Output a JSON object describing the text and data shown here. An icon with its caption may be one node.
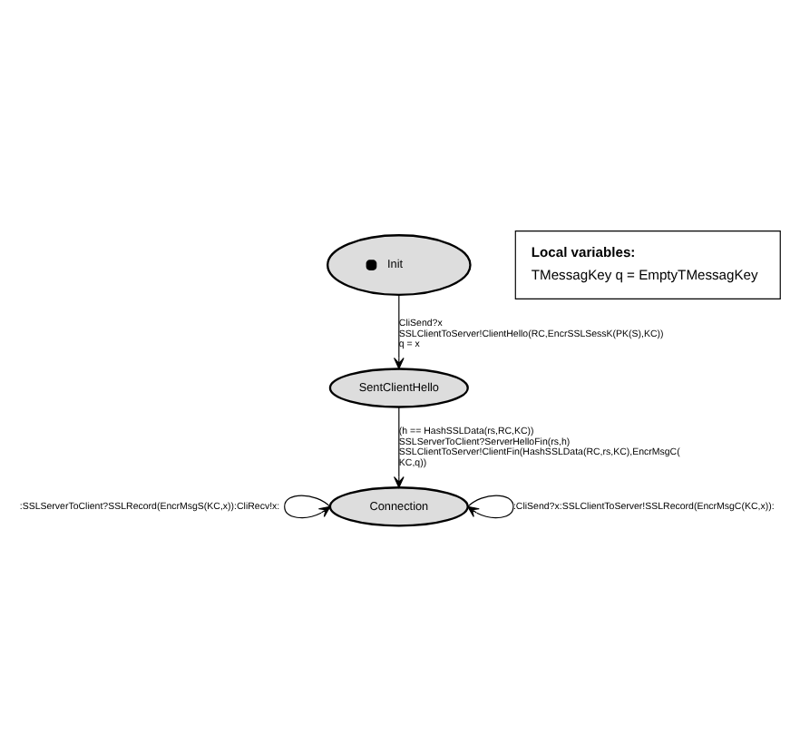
{
  "diagram": {
    "nodes": [
      {
        "text": [
          "Init"
        ]
      },
      {
        "text": [
          "SentClientHello"
        ]
      },
      {
        "text": [
          "Connection"
        ]
      },
      {
        "text": [
          "Local variables:",
          "TMessagKey q = EmptyTMessagKey"
        ]
      }
    ],
    "edges": [
      {
        "from": 0,
        "to": 1,
        "arrow": "to",
        "label": "CliSend?x SSLClientToServer!ClientHello(RC,EncrSSLSessK(PK(S),KC)) q = x"
      },
      {
        "from": 1,
        "to": 2,
        "arrow": "to",
        "label": "(h == HashSSLData(rs,RC,KC)) SSLServerToClient?ServerHelloFin(rs,h) SSLClientToServer!ClientFin(HashSSLData(RC,rs,KC),EncrMsgC( KC,q))"
      },
      {
        "from": 2,
        "to": 2,
        "arrow": "to",
        "label": ":SSLServerToClient?SSLRecord(EncrMsgS(KC,x)):CliRecv!x:"
      },
      {
        "from": 2,
        "to": 2,
        "arrow": "to",
        "label": ":CliSend?x:SSLClientToServer!SSLRecord(EncrMsgC(KC,x)):"
      }
    ]
  }
}
